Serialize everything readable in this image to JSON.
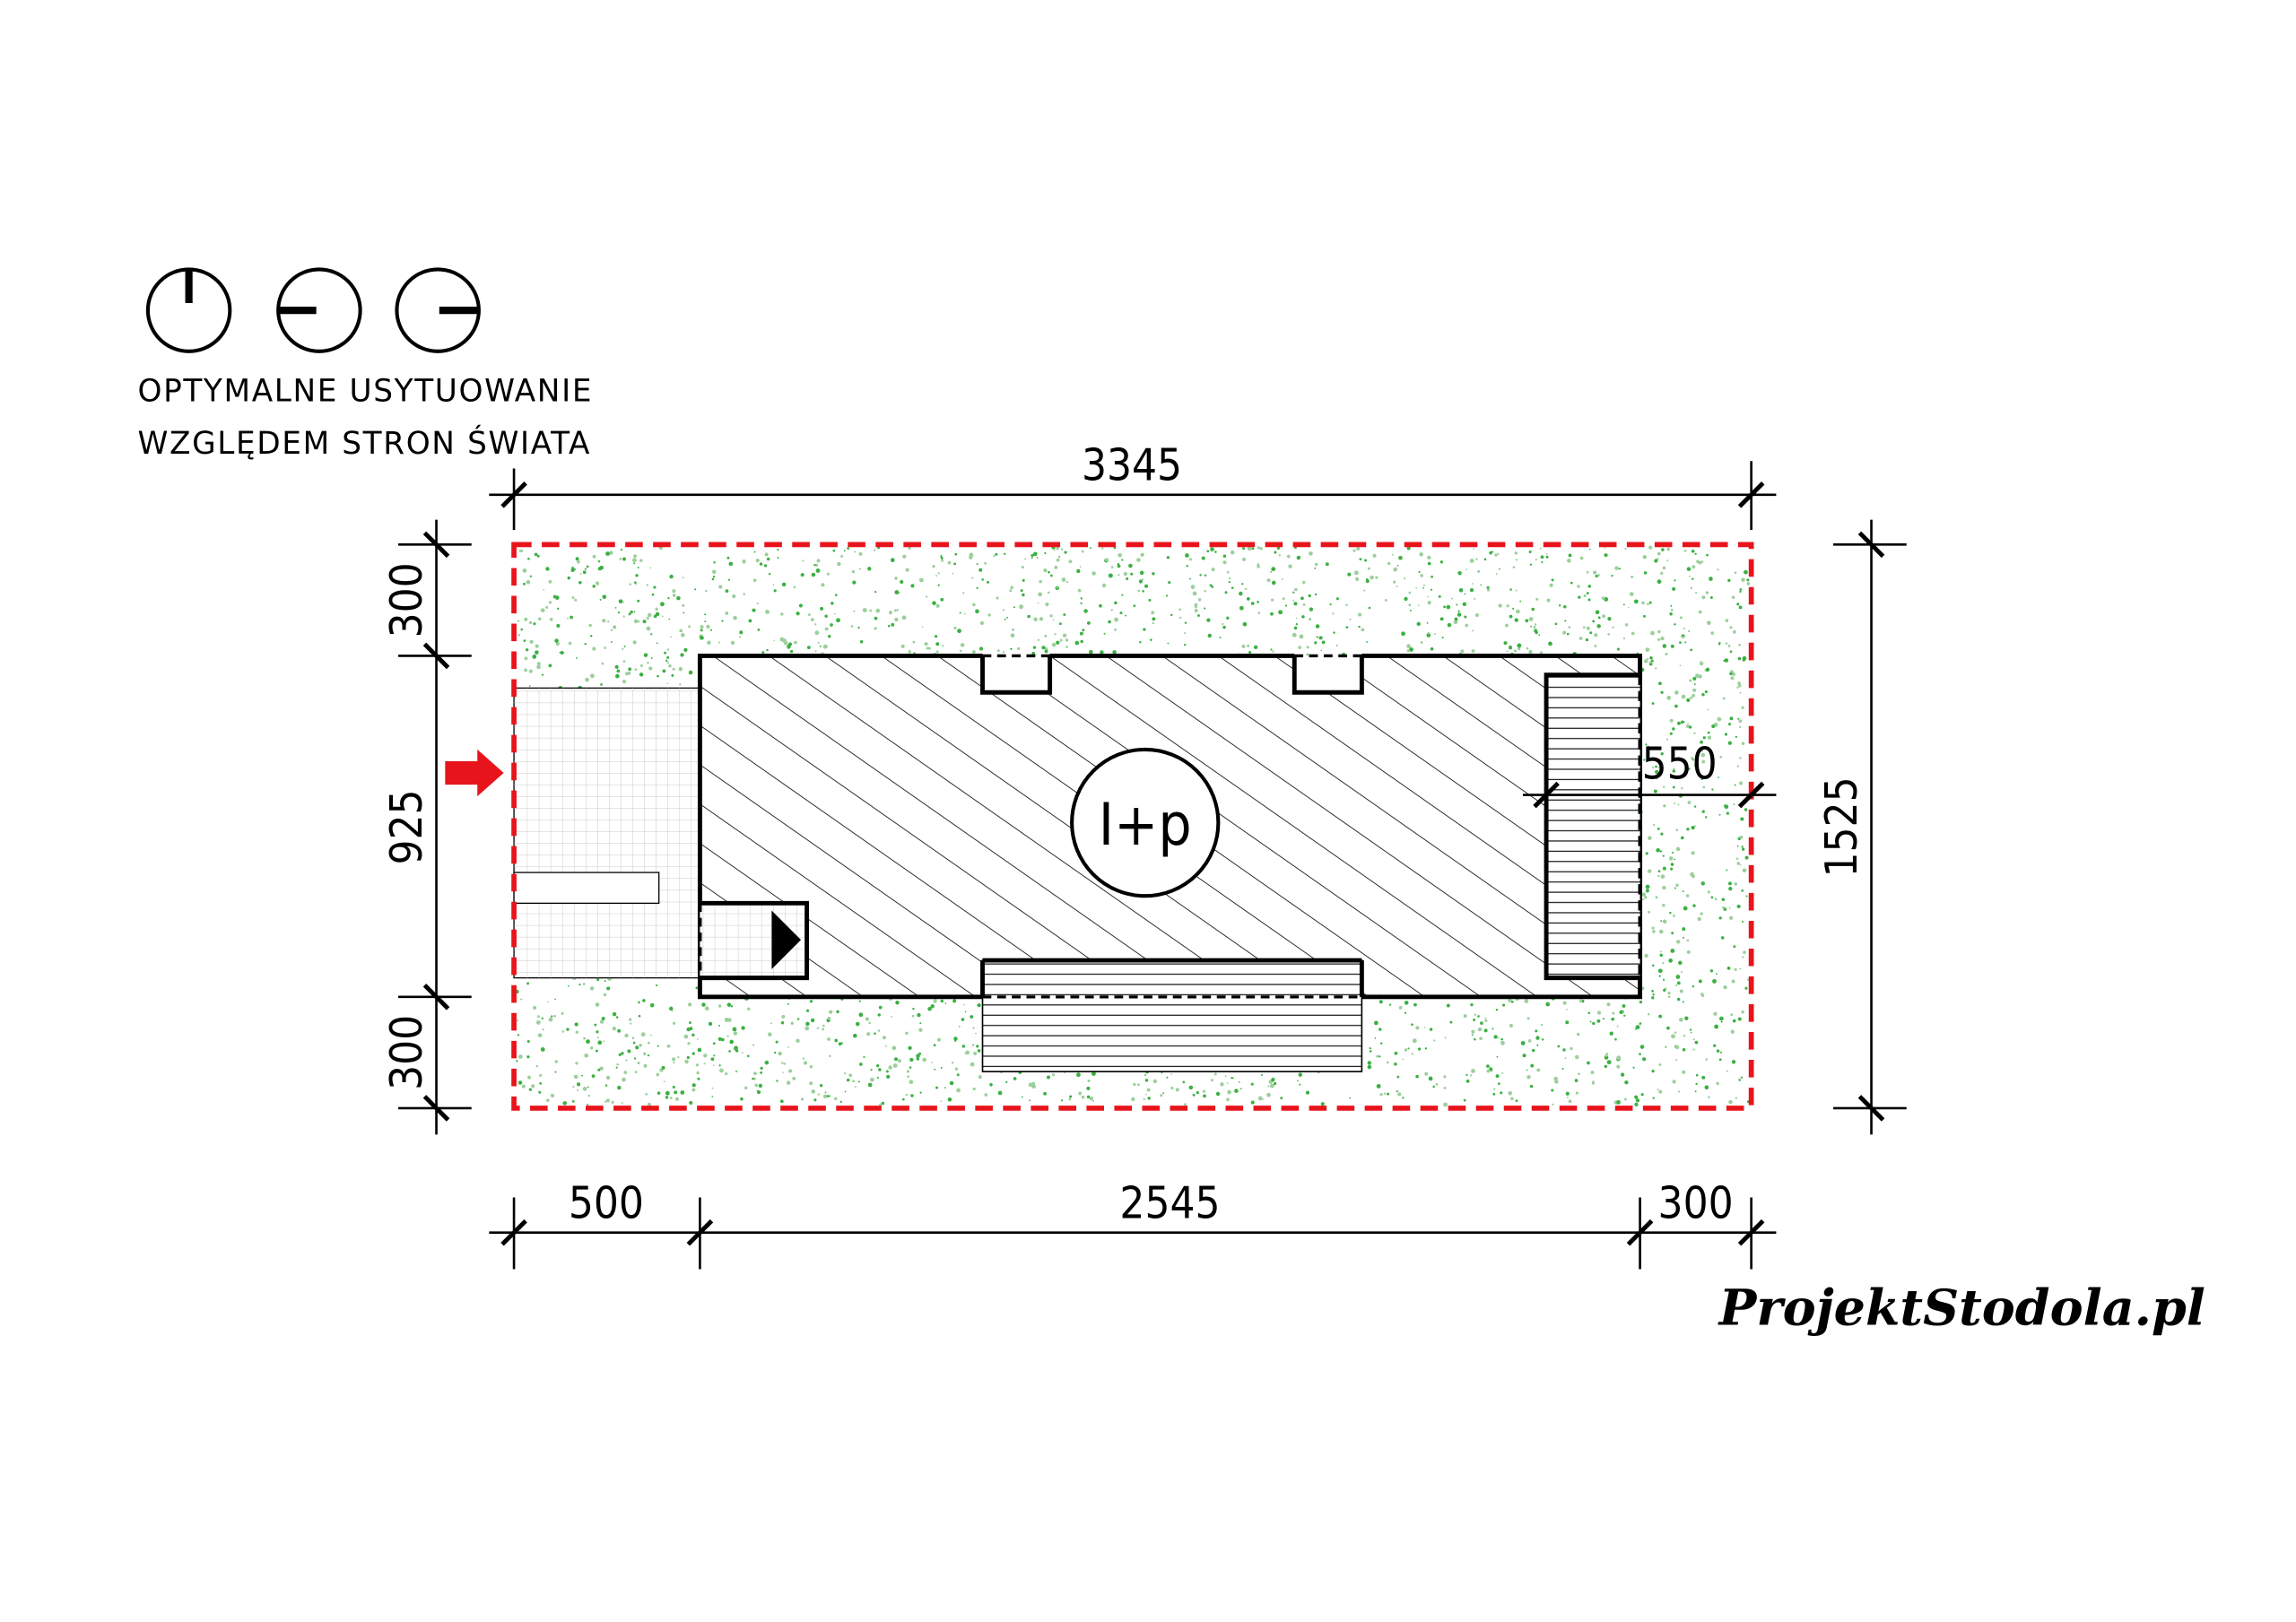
{
  "legend": {
    "compass_icons": [
      "orientation-north-icon",
      "orientation-west-icon",
      "orientation-east-icon"
    ],
    "line1": "OPTYMALNE USYTUOWANIE",
    "line2": "WZGLĘDEM STRON ŚWIATA"
  },
  "dimensions": {
    "total_width": "3345",
    "total_depth": "1525",
    "left_top": "300",
    "left_middle": "925",
    "left_bottom": "300",
    "bottom_left": "500",
    "bottom_middle": "2545",
    "bottom_right": "300",
    "terrace_width": "550"
  },
  "building": {
    "label": "I+p"
  },
  "brand": {
    "logo": "ProjektStodola.pl"
  },
  "colors": {
    "plot_border": "#e8141b",
    "grass": "#3cb043",
    "entry_arrow": "#e8141b"
  }
}
